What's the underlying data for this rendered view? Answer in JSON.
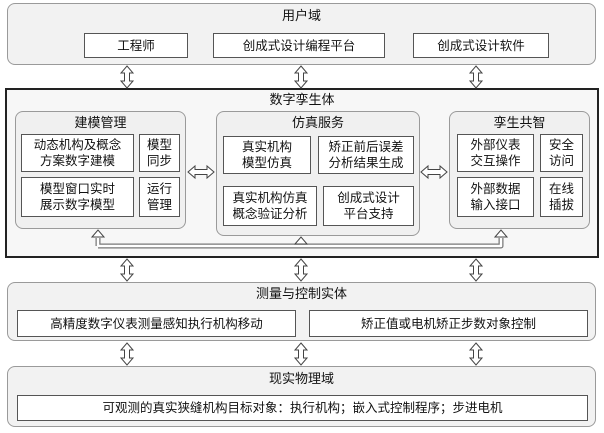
{
  "user_domain": {
    "title": "用户域",
    "items": [
      "工程师",
      "创成式设计编程平台",
      "创成式设计软件"
    ]
  },
  "digital_twin": {
    "title": "数字孪生体",
    "modeling": {
      "title": "建模管理",
      "items": [
        "动态机构及概念\n方案数字建模",
        "模型\n同步",
        "模型窗口实时\n展示数字模型",
        "运行\n管理"
      ]
    },
    "simulation": {
      "title": "仿真服务",
      "items": [
        "真实机构\n模型仿真",
        "矫正前后误差\n分析结果生成",
        "真实机构仿真\n概念验证分析",
        "创成式设计\n平台支持"
      ]
    },
    "twin_share": {
      "title": "孪生共智",
      "items": [
        "外部仪表\n交互操作",
        "安全\n访问",
        "外部数据\n输入接口",
        "在线\n插拔"
      ]
    }
  },
  "measure_control": {
    "title": "测量与控制实体",
    "items": [
      "高精度数字仪表测量感知执行机构移动",
      "矫正值或电机矫正步数对象控制"
    ]
  },
  "physical_domain": {
    "title": "现实物理域",
    "item": "可观测的真实狭缝机构目标对象：执行机构；嵌入式控制程序；步进电机"
  }
}
